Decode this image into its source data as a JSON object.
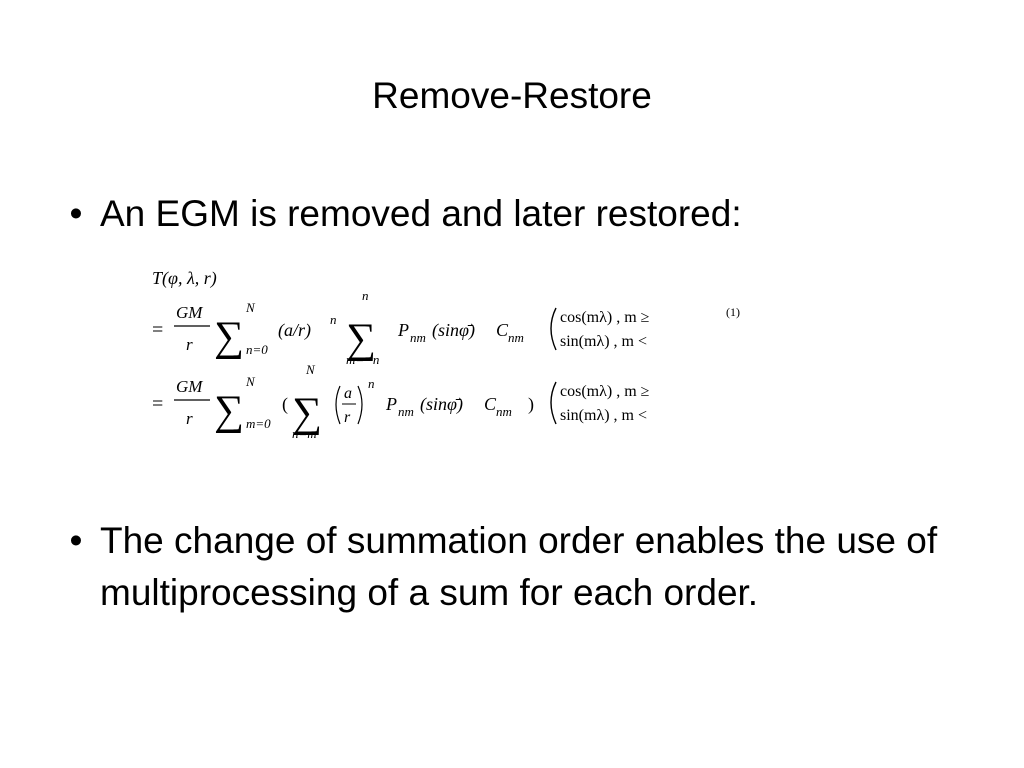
{
  "slide": {
    "title": "Remove-Restore",
    "bullets": [
      {
        "marker": "•",
        "text": "An EGM is removed and later restored:"
      },
      {
        "marker": "•",
        "text": "The change of summation order enables the use of multiprocessing of a sum for each order."
      }
    ]
  },
  "equation": {
    "line1": "T(φ, λ, r)",
    "equals": "=",
    "numerator": "GM",
    "denominator": "r",
    "sum_symbol": "∑",
    "big_sum_symbol": "∑",
    "row1": {
      "outer_upper": "N",
      "outer_lower": "n=0",
      "term": "(a/r)",
      "term_exp": "n",
      "inner_upper": "n",
      "inner_lower": "m=−n",
      "p_term": "P",
      "p_sub": "nm",
      "p_arg": "(sinφ̄)",
      "c_term": "C",
      "c_sub": "nm",
      "case_top": "cos(mλ) , m ≥",
      "case_bottom": "sin(mλ) , m <"
    },
    "row2": {
      "outer_upper": "N",
      "outer_lower": "m=0",
      "open_paren": "(",
      "inner_upper": "N",
      "inner_lower": "n=m",
      "frac_num": "a",
      "frac_den": "r",
      "frac_exp": "n",
      "p_term": "P",
      "p_sub": "nm",
      "p_arg": "(sinφ̄)",
      "c_term": "C",
      "c_sub": "nm",
      "close_paren": ")",
      "case_top": "cos(mλ) , m ≥",
      "case_bottom": "sin(mλ) , m <"
    },
    "number": "(1)"
  }
}
